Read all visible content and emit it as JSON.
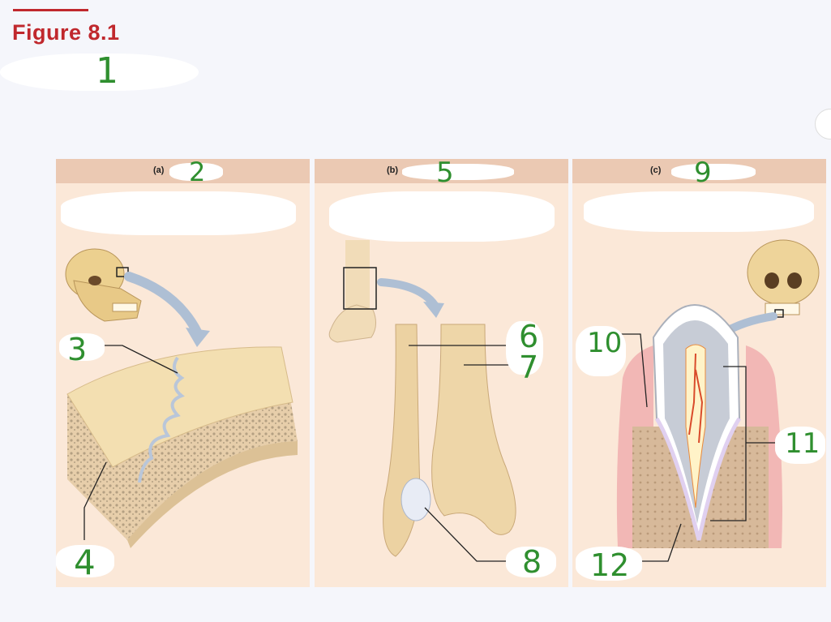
{
  "figure": {
    "title": "Figure 8.1",
    "number": "1"
  },
  "panels": [
    {
      "letter": "(a)",
      "number": "2",
      "labels": [
        "3",
        "4"
      ]
    },
    {
      "letter": "(b)",
      "number": "5",
      "labels": [
        "6",
        "7",
        "8"
      ]
    },
    {
      "letter": "(c)",
      "number": "9",
      "labels": [
        "10",
        "11",
        "12"
      ]
    }
  ],
  "colors": {
    "title_red": "#c0282d",
    "handwriting_green": "#2f8f2f",
    "panel_bg": "#fbe8d8",
    "panel_header": "#ebc9b3"
  }
}
